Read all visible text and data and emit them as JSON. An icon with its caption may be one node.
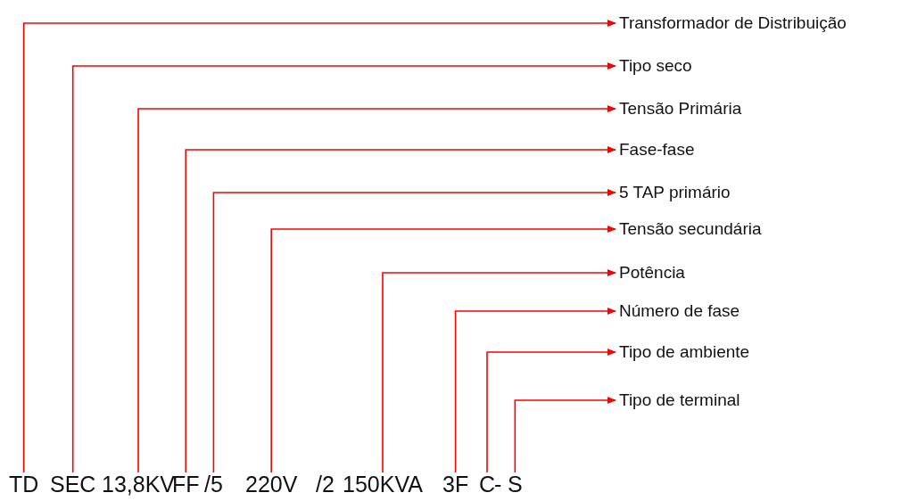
{
  "diagram": {
    "nodes": [
      {
        "text": [
          "TD"
        ]
      },
      {
        "text": [
          "SEC"
        ]
      },
      {
        "text": [
          "13,8KV"
        ]
      },
      {
        "text": [
          "FF"
        ]
      },
      {
        "text": [
          "/5"
        ]
      },
      {
        "text": [
          "220V"
        ]
      },
      {
        "text": [
          "150KVA"
        ]
      },
      {
        "text": [
          "3F"
        ]
      },
      {
        "text": [
          "C"
        ]
      },
      {
        "text": [
          "S"
        ]
      },
      {
        "text": [
          "Transformador de Distribuição"
        ]
      },
      {
        "text": [
          "Tipo seco"
        ]
      },
      {
        "text": [
          "Tensão Primária"
        ]
      },
      {
        "text": [
          "Fase-fase"
        ]
      },
      {
        "text": [
          "5 TAP primário"
        ]
      },
      {
        "text": [
          "Tensão secundária"
        ]
      },
      {
        "text": [
          "Potência"
        ]
      },
      {
        "text": [
          "Número de fase"
        ]
      },
      {
        "text": [
          "Tipo de ambiente"
        ]
      },
      {
        "text": [
          "Tipo de terminal"
        ]
      }
    ],
    "edges": [
      {
        "from": 0,
        "to": 10,
        "arrow": "to"
      },
      {
        "from": 1,
        "to": 11,
        "arrow": "to"
      },
      {
        "from": 2,
        "to": 12,
        "arrow": "to"
      },
      {
        "from": 3,
        "to": 13,
        "arrow": "to"
      },
      {
        "from": 4,
        "to": 14,
        "arrow": "to"
      },
      {
        "from": 5,
        "to": 15,
        "arrow": "to"
      },
      {
        "from": 6,
        "to": 16,
        "arrow": "to"
      },
      {
        "from": 7,
        "to": 17,
        "arrow": "to"
      },
      {
        "from": 8,
        "to": 18,
        "arrow": "to"
      },
      {
        "from": 9,
        "to": 19,
        "arrow": "to"
      }
    ],
    "labels": [
      "/2",
      "-"
    ]
  }
}
